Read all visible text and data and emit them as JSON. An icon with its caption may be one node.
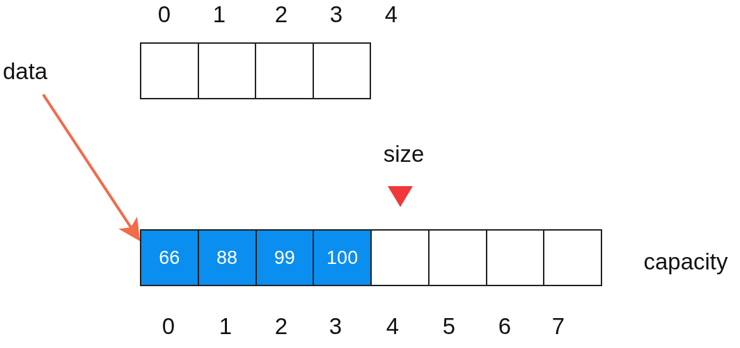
{
  "diagram": {
    "nodes": [
      {
        "text": [],
        "shape": "box"
      },
      {
        "text": [],
        "shape": "box"
      },
      {
        "text": [],
        "shape": "box"
      },
      {
        "text": [],
        "shape": "box"
      },
      {
        "text": [
          "data"
        ]
      },
      {
        "text": [
          "66"
        ]
      },
      {
        "text": [
          "88"
        ]
      },
      {
        "text": [
          "99"
        ]
      },
      {
        "text": [
          "100"
        ]
      },
      {
        "text": [],
        "shape": "box"
      },
      {
        "text": [],
        "shape": "box"
      },
      {
        "text": [],
        "shape": "box"
      },
      {
        "text": [],
        "shape": "box"
      }
    ],
    "edges": [
      {
        "from": 4,
        "to": 5,
        "arrow": "to",
        "color": "#f26b4a"
      }
    ],
    "labels": [
      "0",
      "1",
      "2",
      "3",
      "4",
      "size",
      "capacity",
      "0",
      "1",
      "2",
      "3",
      "4",
      "5",
      "6",
      "7"
    ]
  }
}
